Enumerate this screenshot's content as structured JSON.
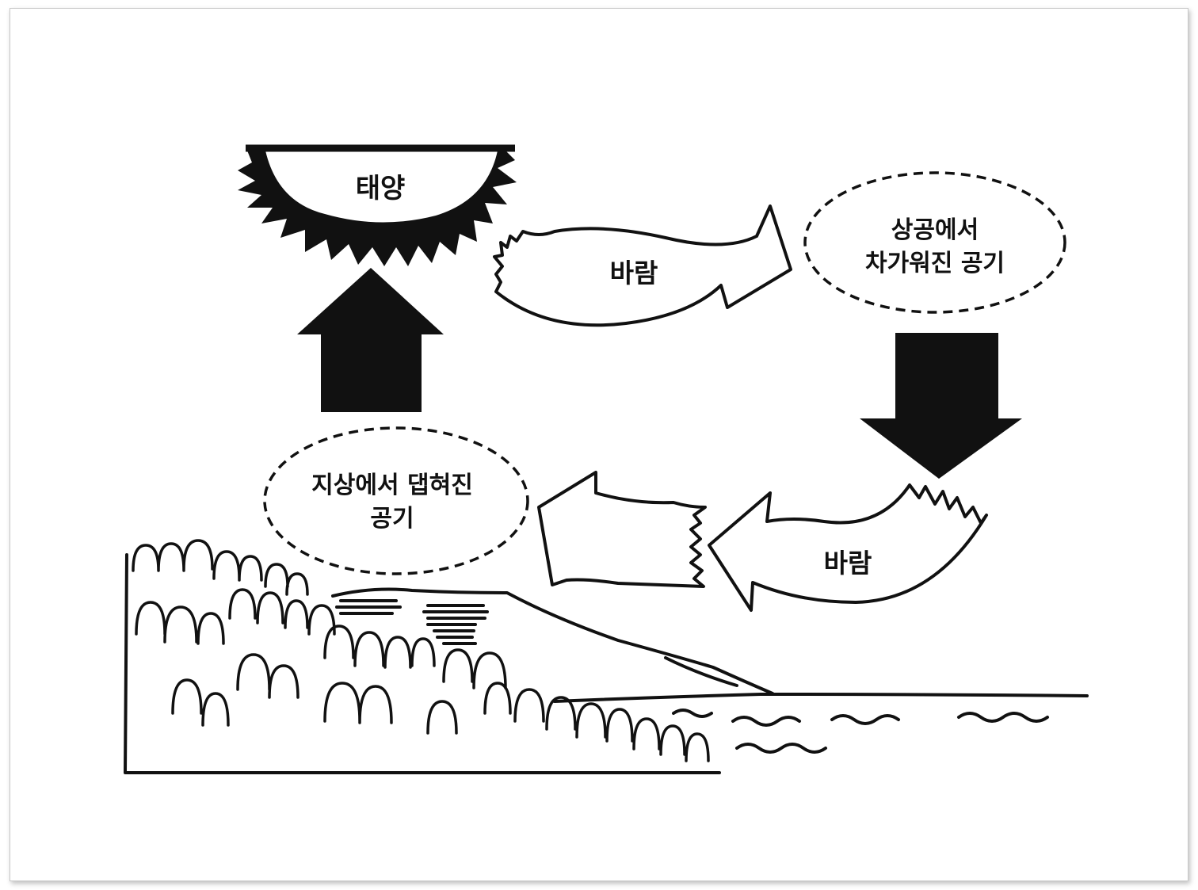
{
  "diagram": {
    "sun": {
      "label": "태양"
    },
    "wind_upper": {
      "label": "바람"
    },
    "wind_lower": {
      "label": "바람"
    },
    "cooled_air": {
      "line1": "상공에서",
      "line2": "차가워진 공기"
    },
    "warmed_air": {
      "line1": "지상에서 댑혀진",
      "line2": "공기"
    }
  },
  "colors": {
    "ink": "#111111",
    "background": "#ffffff"
  }
}
